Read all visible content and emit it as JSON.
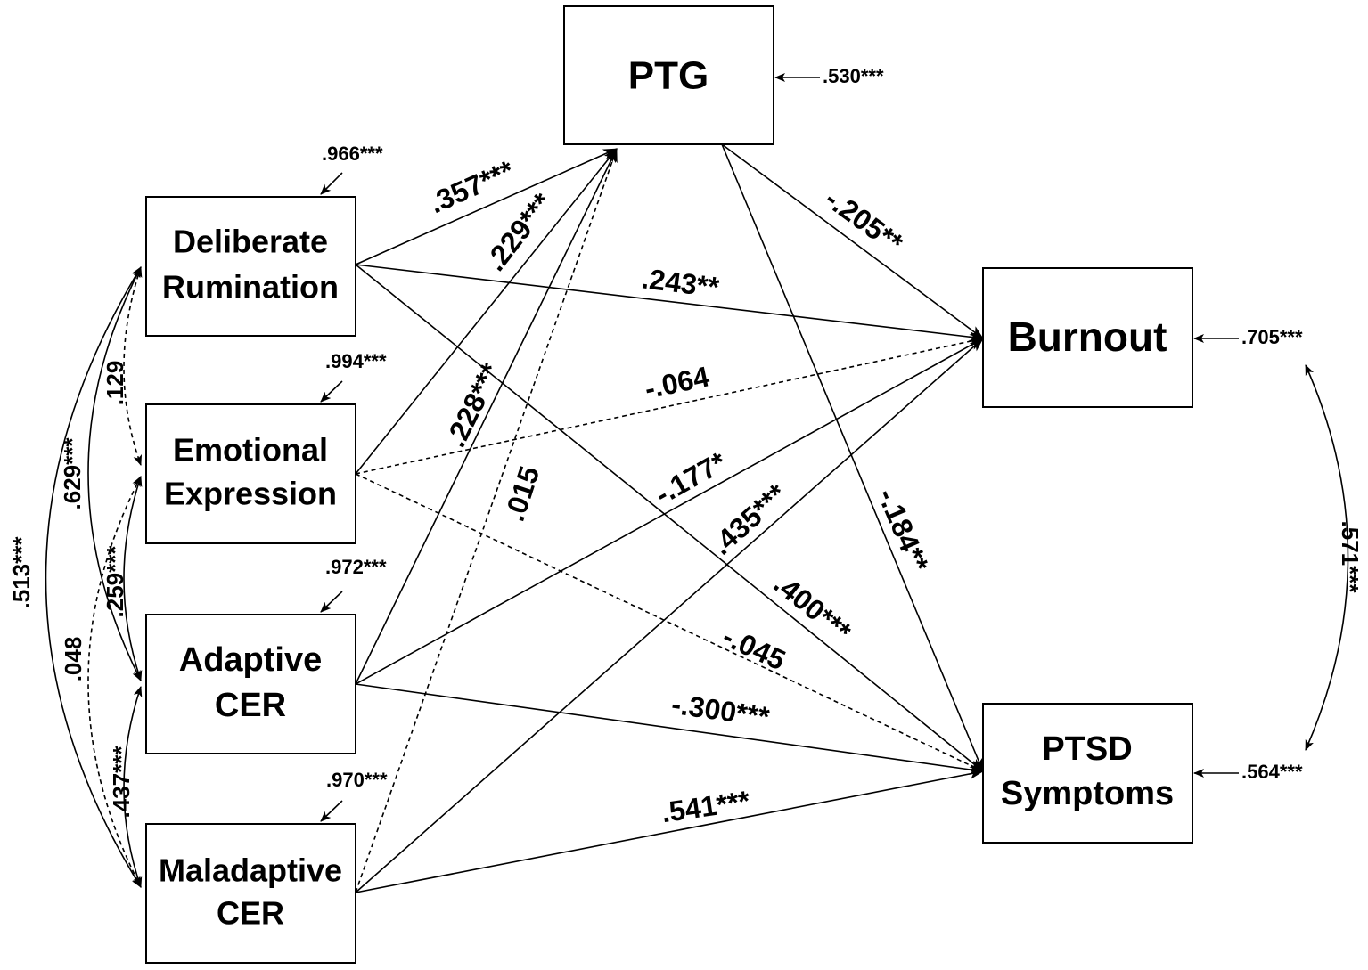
{
  "nodes": {
    "ptg": [
      "PTG"
    ],
    "dr": [
      "Deliberate",
      "Rumination"
    ],
    "ee": [
      "Emotional",
      "Expression"
    ],
    "acer": [
      "Adaptive",
      "CER"
    ],
    "mcer": [
      "Maladaptive",
      "CER"
    ],
    "burnout": [
      "Burnout"
    ],
    "ptsd": [
      "PTSD",
      "Symptoms"
    ]
  },
  "residuals": {
    "ptg": ".530***",
    "dr": ".966***",
    "ee": ".994***",
    "acer": ".972***",
    "mcer": ".970***",
    "burnout": ".705***",
    "ptsd": ".564***"
  },
  "paths": {
    "dr_ptg": ".357***",
    "ee_ptg": ".229***",
    "acer_ptg": ".228***",
    "mcer_ptg": ".015",
    "dr_burnout": ".243**",
    "ee_burnout": "-.064",
    "acer_burnout": "-.177*",
    "mcer_burnout": ".435***",
    "ptg_burnout": "-.205**",
    "ptg_ptsd": "-.184**",
    "dr_ptsd": ".400***",
    "ee_ptsd": "-.045",
    "acer_ptsd": "-.300***",
    "mcer_ptsd": ".541***"
  },
  "correlations": {
    "dr_ee": ".129",
    "dr_acer": ".629***",
    "dr_mcer": ".513***",
    "ee_acer": ".259***",
    "ee_mcer": ".048",
    "acer_mcer": ".437***",
    "burnout_ptsd": ".571***"
  }
}
